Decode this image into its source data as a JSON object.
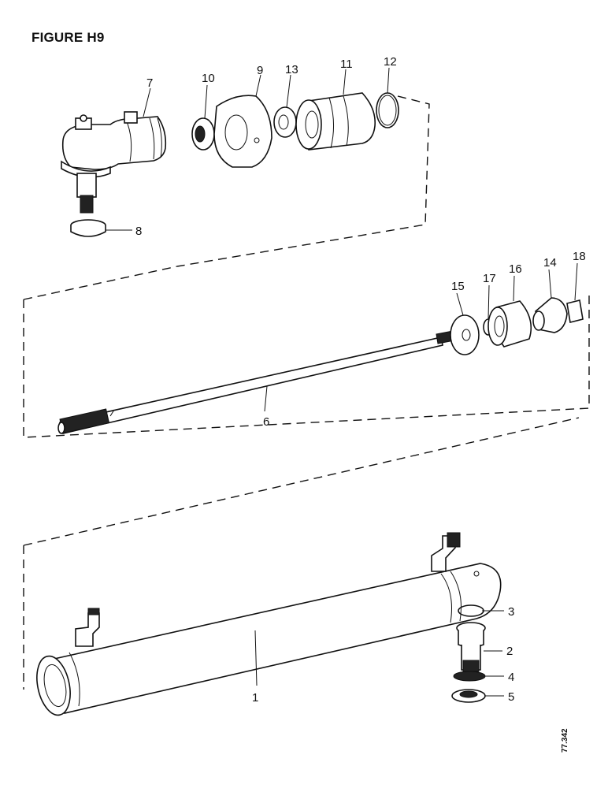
{
  "figure": {
    "title": "FIGURE H9",
    "drawing_code": "77.342"
  },
  "callouts": [
    {
      "id": "7",
      "label": "7"
    },
    {
      "id": "10",
      "label": "10"
    },
    {
      "id": "9",
      "label": "9"
    },
    {
      "id": "13",
      "label": "13"
    },
    {
      "id": "11",
      "label": "11"
    },
    {
      "id": "12",
      "label": "12"
    },
    {
      "id": "8",
      "label": "8"
    },
    {
      "id": "15",
      "label": "15"
    },
    {
      "id": "17",
      "label": "17"
    },
    {
      "id": "16",
      "label": "16"
    },
    {
      "id": "14",
      "label": "14"
    },
    {
      "id": "18",
      "label": "18"
    },
    {
      "id": "6",
      "label": "6"
    },
    {
      "id": "3",
      "label": "3"
    },
    {
      "id": "2",
      "label": "2"
    },
    {
      "id": "4",
      "label": "4"
    },
    {
      "id": "5",
      "label": "5"
    },
    {
      "id": "1",
      "label": "1"
    }
  ]
}
